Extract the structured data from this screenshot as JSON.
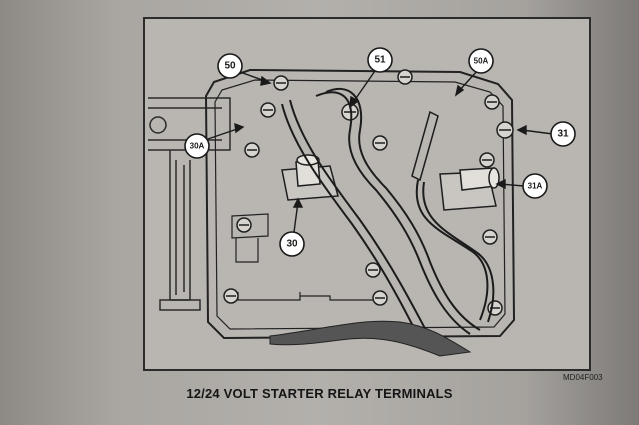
{
  "figure": {
    "caption": "12/24 VOLT STARTER RELAY TERMINALS",
    "code": "MD04F003",
    "callouts": {
      "c50": "50",
      "c51": "51",
      "c50a": "50A",
      "c30a": "30A",
      "c31": "31",
      "c31a": "31A",
      "c30": "30"
    }
  }
}
